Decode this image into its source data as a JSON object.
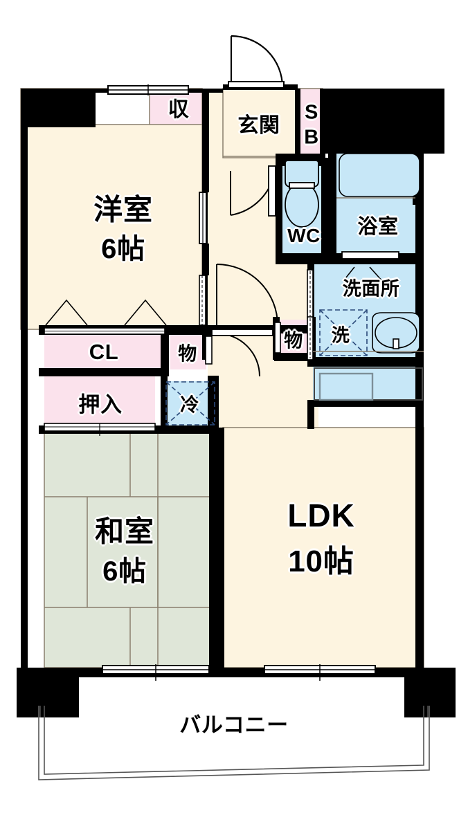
{
  "document": {
    "type": "japanese-apartment-floor-plan",
    "layout_code": "2LDK"
  },
  "rooms": [
    {
      "id": "washitsu",
      "name_line1": "洋室",
      "name_line2": "6帖",
      "area_jo": 6,
      "floor": "flooring",
      "color": "#FDF4E0"
    },
    {
      "id": "washitsu_tatami",
      "name_line1": "和室",
      "name_line2": "6帖",
      "area_jo": 6,
      "floor": "tatami",
      "color": "#DFE6D8"
    },
    {
      "id": "ldk",
      "name_line1": "LDK",
      "name_line2": "10帖",
      "area_jo": 10,
      "floor": "flooring",
      "color": "#FDF4E0"
    },
    {
      "id": "genkan",
      "name_line1": "玄関",
      "name_line2": "",
      "floor": "tile",
      "color": "#FDF4E0"
    },
    {
      "id": "yokushitsu",
      "name_line1": "浴室",
      "name_line2": "",
      "floor": "unit-bath",
      "color": "#C7E7F7"
    },
    {
      "id": "senmenjo",
      "name_line1": "洗面所",
      "name_line2": "",
      "floor": "vinyl",
      "color": "#C7E7F7"
    },
    {
      "id": "wc",
      "name_line1": "WC",
      "name_line2": "",
      "floor": "vinyl",
      "color": "#C7E7F7"
    },
    {
      "id": "balcony",
      "name_line1": "バルコニー",
      "name_line2": "",
      "floor": "outdoor",
      "color": "#FFFFFF"
    }
  ],
  "storage": [
    {
      "id": "shu",
      "label": "収",
      "type": "closet",
      "color": "#FBE2EC"
    },
    {
      "id": "sb",
      "label": "S\nB",
      "label_line1": "S",
      "label_line2": "B",
      "type": "shoe-box",
      "color": "#FBE2EC"
    },
    {
      "id": "cl",
      "label": "CL",
      "type": "closet",
      "color": "#FBE2EC"
    },
    {
      "id": "oshiire",
      "label": "押入",
      "type": "futon-closet",
      "color": "#FBE2EC"
    },
    {
      "id": "mono1",
      "label": "物",
      "type": "storage",
      "color": "#FBE2EC"
    },
    {
      "id": "mono2",
      "label": "物",
      "type": "storage",
      "color": "#FBE2EC"
    }
  ],
  "appliance_spaces": [
    {
      "id": "reizouko",
      "label": "冷",
      "meaning": "refrigerator-space",
      "color": "#C7E7F7"
    },
    {
      "id": "sentakuki",
      "label": "洗",
      "meaning": "washing-machine-space",
      "color": "#C7E7F7"
    }
  ],
  "fixtures": [
    {
      "id": "toilet",
      "type": "toilet-bowl"
    },
    {
      "id": "bathtub",
      "type": "bathtub"
    },
    {
      "id": "sink-vanity",
      "type": "wash-basin"
    },
    {
      "id": "kitchen-counter",
      "type": "kitchen-sink-counter"
    }
  ],
  "labels": {
    "yoshitsu_name": "洋室",
    "yoshitsu_size": "6帖",
    "washitsu_name": "和室",
    "washitsu_size": "6帖",
    "ldk_name": "LDK",
    "ldk_size": "10帖",
    "genkan": "玄関",
    "yokushitsu": "浴室",
    "senmenjo": "洗面所",
    "wc": "WC",
    "balcony": "バルコニー",
    "shu": "収",
    "sb_top": "S",
    "sb_bottom": "B",
    "cl": "CL",
    "oshiire": "押入",
    "mono_upper": "物",
    "mono_lower": "物",
    "reizouko": "冷",
    "sentakuki": "洗"
  },
  "colors": {
    "wall": "#000000",
    "flooring": "#FDF4E0",
    "tatami": "#DFE6D8",
    "water_area": "#C7E7F7",
    "closet": "#FBE2EC",
    "balcony": "#FFFFFF",
    "thin_line": "#8A7F6D",
    "background": "#FFFFFF"
  }
}
